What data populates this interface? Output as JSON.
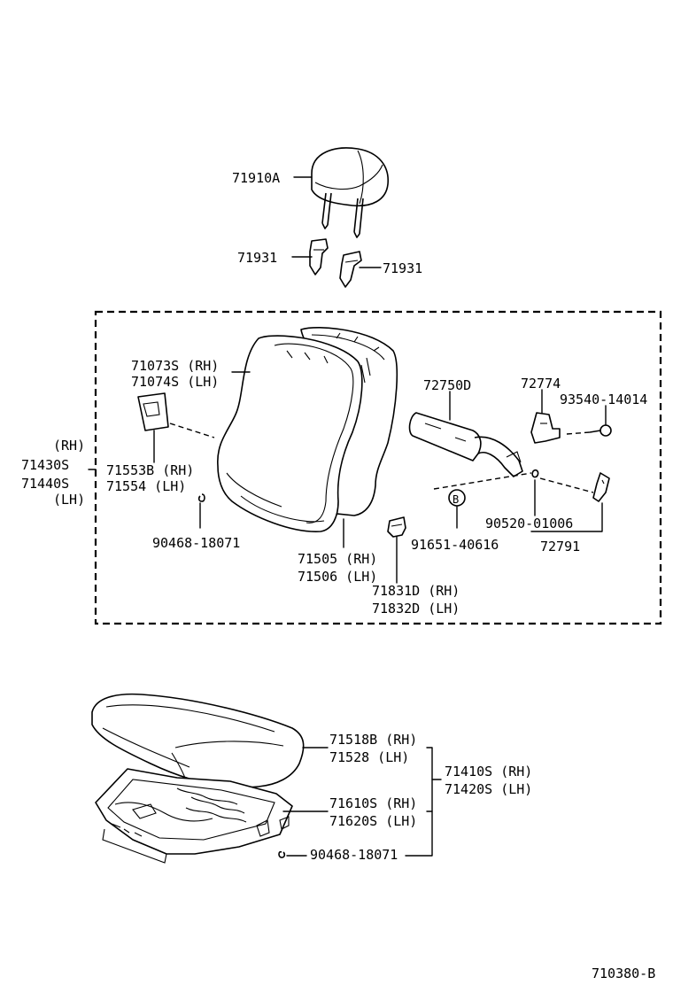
{
  "diagram_id": "710380-B",
  "callouts": {
    "headrest": "71910A",
    "support_left": "71931",
    "support_right": "71931",
    "back_assy_rh_tag": "(RH)",
    "back_assy_rh": "71430S",
    "back_assy_lh": "71440S",
    "back_assy_lh_tag": "(LH)",
    "back_cover_rh": "71073S (RH)",
    "back_cover_lh": "71074S (LH)",
    "shield_rh": "71553B (RH)",
    "shield_lh": "71554  (LH)",
    "back_hog_ring": "90468-18071",
    "back_pad_rh": "71505 (RH)",
    "back_pad_lh": "71506 (LH)",
    "clip": "91651-40616",
    "lock_rh": "71831D (RH)",
    "lock_lh": "71832D (LH)",
    "hinge": "72750D",
    "bracket": "72774",
    "bolt": "93540-14014",
    "pin": "90520-01006",
    "knob_set": "72791",
    "marker_b": "B",
    "cushion_cover_rh": "71518B (RH)",
    "cushion_cover_lh": "71528  (LH)",
    "cushion_assy_rh": "71410S (RH)",
    "cushion_assy_lh": "71420S (LH)",
    "cushion_pad_rh": "71610S (RH)",
    "cushion_pad_lh": "71620S (LH)",
    "cushion_hog_ring": "90468-18071"
  }
}
